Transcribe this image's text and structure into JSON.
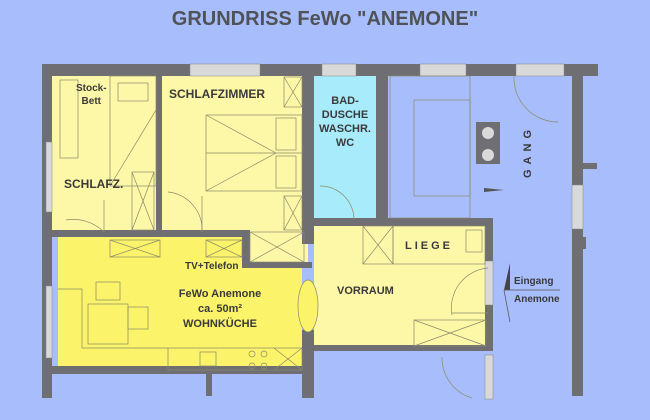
{
  "title": "GRUNDRISS FeWo \"ANEMONE\"",
  "colors": {
    "background": "#a8bdfc",
    "wall": "#6f6f73",
    "window": "#d9d9d9",
    "room_bedroom": "#fdf7a8",
    "room_living": "#fbf36a",
    "room_bath": "#a8ecfb",
    "stairwell": "#a8bdfc",
    "text": "#3a3a3a"
  },
  "rooms": {
    "kids_bedroom": {
      "name": "SCHLAFZ.",
      "furniture_label_1": "Stock-",
      "furniture_label_2": "Bett"
    },
    "bedroom": {
      "name": "SCHLAFZIMMER"
    },
    "bathroom": {
      "line1": "BAD-",
      "line2": "DUSCHE",
      "line3": "WASCHR.",
      "line4": "WC"
    },
    "kitchen_living": {
      "amenity": "TV+Telefon",
      "line1": "FeWo Anemone",
      "line2": "ca. 50m²",
      "line3": "WOHNKÜCHE"
    },
    "hall": {
      "name": "VORRAUM",
      "furniture": "LIEGE"
    },
    "corridor": {
      "name": "GANG"
    }
  },
  "entrance": {
    "line1": "Eingang",
    "line2": "Anemone"
  }
}
